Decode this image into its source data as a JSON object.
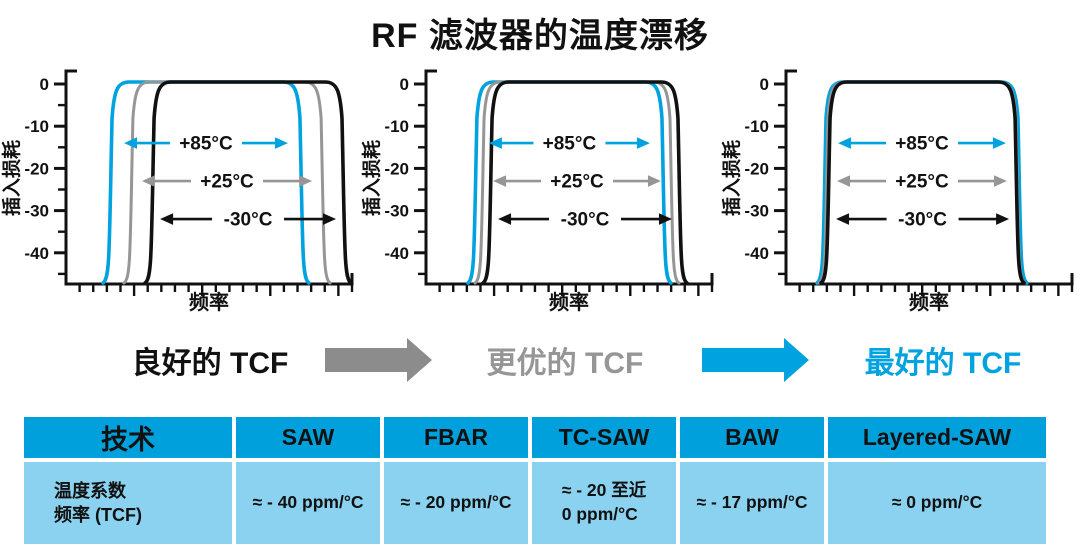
{
  "title": "RF 滤波器的温度漂移",
  "colors": {
    "blue": "#00A3E0",
    "gray": "#969696",
    "black": "#111111",
    "arrow_gray": "#8C8C8C",
    "table_header_bg": "#00A0DC",
    "table_body_bg": "#8BD2F0"
  },
  "chart_data": [
    {
      "type": "line",
      "id": "good-tcf",
      "xlabel": "频率",
      "ylabel": "插入损耗",
      "yticks": [
        0,
        -10,
        -20,
        -30,
        -40
      ],
      "ylim_db": [
        -48,
        0
      ],
      "series": [
        {
          "name": "+85°C",
          "color": "#00A3E0",
          "passband_pct": [
            16.1,
            81.8
          ],
          "arrow_db": -14
        },
        {
          "name": "+25°C",
          "color": "#969696",
          "passband_pct": [
            23.4,
            89.2
          ],
          "arrow_db": -23
        },
        {
          "name": "-30°C",
          "color": "#111111",
          "passband_pct": [
            30.8,
            96.5
          ],
          "arrow_db": -32
        }
      ]
    },
    {
      "type": "line",
      "id": "better-tcf",
      "xlabel": "频率",
      "ylabel": "插入损耗",
      "yticks": [
        0,
        -10,
        -20,
        -30,
        -40
      ],
      "ylim_db": [
        -48,
        0
      ],
      "series": [
        {
          "name": "+85°C",
          "color": "#00A3E0",
          "passband_pct": [
            17.8,
            82.5
          ],
          "arrow_db": -14
        },
        {
          "name": "+25°C",
          "color": "#969696",
          "passband_pct": [
            20.3,
            85.3
          ],
          "arrow_db": -23
        },
        {
          "name": "-30°C",
          "color": "#111111",
          "passband_pct": [
            23.1,
            88.1
          ],
          "arrow_db": -32
        }
      ]
    },
    {
      "type": "line",
      "id": "best-tcf",
      "xlabel": "频率",
      "ylabel": "插入损耗",
      "yticks": [
        0,
        -10,
        -20,
        -30,
        -40
      ],
      "ylim_db": [
        -48,
        0
      ],
      "series": [
        {
          "name": "+85°C",
          "color": "#00A3E0",
          "passband_pct": [
            14.0,
            81.1
          ],
          "arrow_db": -14
        },
        {
          "name": "+25°C",
          "color": "#969696",
          "passband_pct": [
            14.7,
            80.4
          ],
          "arrow_db": -23
        },
        {
          "name": "-30°C",
          "color": "#111111",
          "passband_pct": [
            15.4,
            80.1
          ],
          "arrow_db": -32
        }
      ]
    }
  ],
  "progression": {
    "steps": [
      {
        "label": "良好的 TCF",
        "color": "#111111"
      },
      {
        "label": "更优的 TCF",
        "color": "#969696"
      },
      {
        "label": "最好的 TCF",
        "color": "#00A3E0"
      }
    ],
    "arrows": [
      {
        "color": "#8C8C8C"
      },
      {
        "color": "#00A3E0"
      }
    ]
  },
  "table": {
    "headers": [
      "技术",
      "SAW",
      "FBAR",
      "TC-SAW",
      "BAW",
      "Layered-SAW"
    ],
    "row_label_lines": [
      "温度系数",
      "频率 (TCF)"
    ],
    "values": [
      [
        "≈ - 40 ppm/°C"
      ],
      [
        "≈ - 20 ppm/°C"
      ],
      [
        "≈ - 20 至近",
        "0 ppm/°C"
      ],
      [
        "≈ - 17 ppm/°C"
      ],
      [
        "≈ 0 ppm/°C"
      ]
    ]
  }
}
